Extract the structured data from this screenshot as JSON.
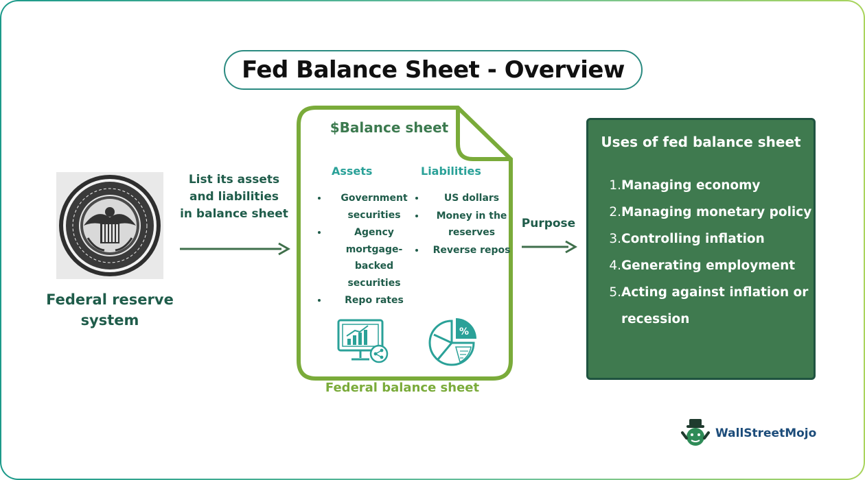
{
  "title": "Fed Balance Sheet - Overview",
  "left": {
    "seal_icon": "federal-reserve-seal",
    "label": "Federal reserve system",
    "edge_label_lines": [
      "List its assets",
      "and liabilities",
      "in balance sheet"
    ]
  },
  "balance_sheet": {
    "title": "$Balance sheet",
    "assets": {
      "heading": "Assets",
      "items": [
        "Government securities",
        "Agency mortgage-backed securities",
        "Repo rates"
      ]
    },
    "liabilities": {
      "heading": "Liabilities",
      "items": [
        "US dollars",
        "Money in the reserves",
        "Reverse repos"
      ]
    },
    "icons": [
      "monitor-chart-share-icon",
      "pie-chart-percent-icon"
    ],
    "caption": "Federal balance sheet"
  },
  "purpose_label": "Purpose",
  "uses": {
    "title": "Uses of fed balance sheet",
    "items": [
      {
        "num": "1.",
        "text": "Managing economy"
      },
      {
        "num": "2.",
        "text": "Managing monetary policy"
      },
      {
        "num": "3.",
        "text": "Controlling inflation"
      },
      {
        "num": "4.",
        "text": "Generating employment"
      },
      {
        "num": "5.",
        "text": "Acting against inflation or recession"
      }
    ]
  },
  "brand": {
    "name": "WallStreetMojo",
    "logo_icon": "wallstreetmojo-mascot-logo"
  },
  "colors": {
    "dark_green": "#1f5c4a",
    "teal": "#2aa198",
    "doc_green": "#7aab3a",
    "uses_bg": "#3f7a4f",
    "brand_blue": "#1c4c7a"
  }
}
